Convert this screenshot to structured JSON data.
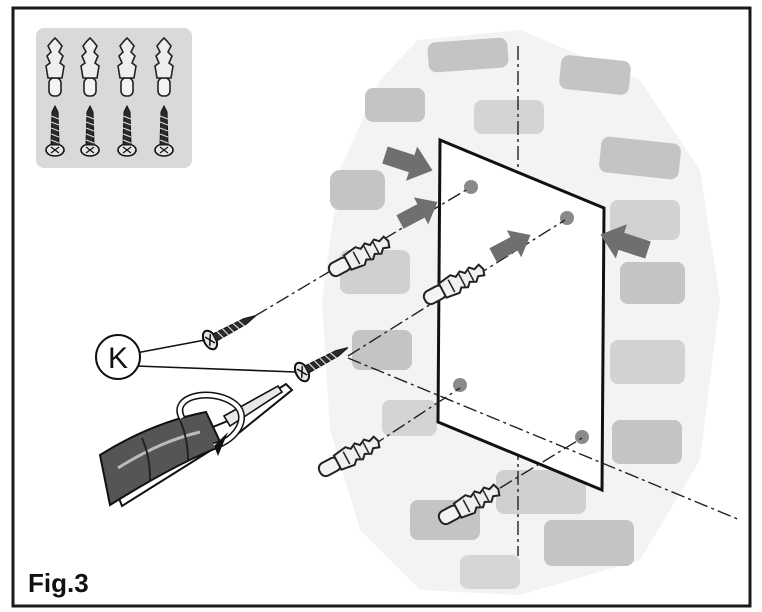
{
  "figure": {
    "label": "Fig.3",
    "callout_letter": "K"
  },
  "colors": {
    "frame": "#1a1a1a",
    "brick": "#c4c4c4",
    "brick_light": "#d6d6d6",
    "kit_panel": "#d9d9d9",
    "arrow": "#6f6f6f",
    "arrow_light": "#8a8a8a",
    "plate_stroke": "#111111",
    "anchor_fill": "#f2f2f2",
    "screw_fill": "#2b2b2b",
    "handle": "#555555"
  },
  "kit": {
    "anchors": 4,
    "screws": 4
  },
  "icons": [
    "wall-plug-icon",
    "wood-screw-icon",
    "screwdriver-icon",
    "push-arrow-icon"
  ]
}
